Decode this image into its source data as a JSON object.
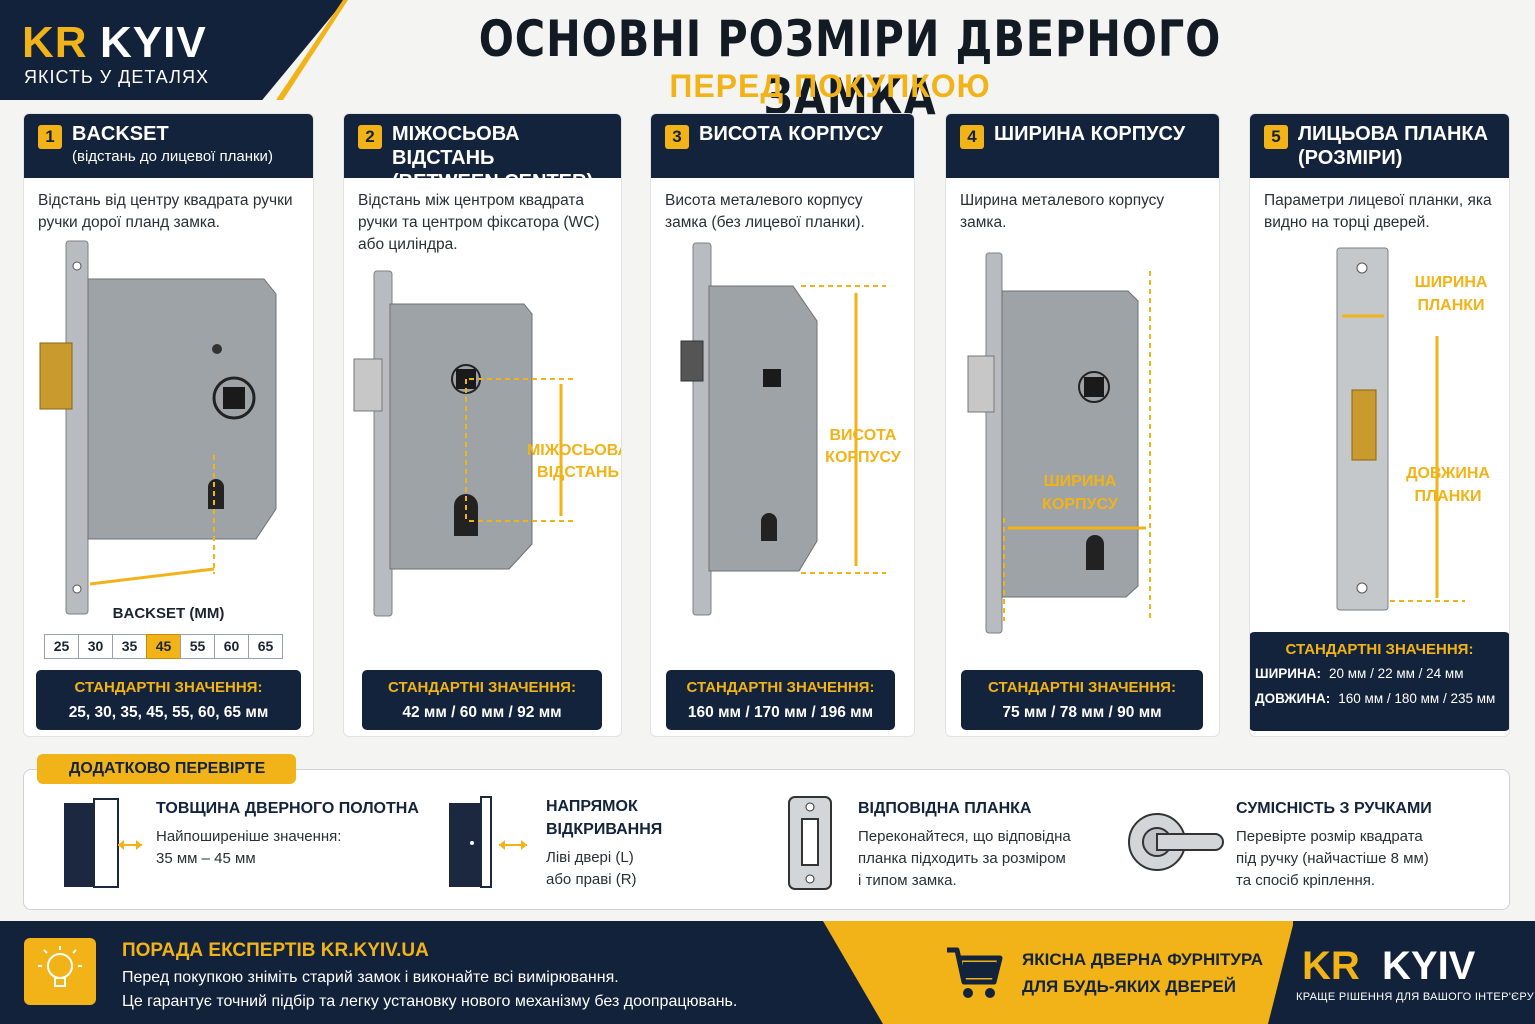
{
  "brand": {
    "kr": "KR",
    "kyiv": "KYIV",
    "tagline": "ЯКІСТЬ У ДЕТАЛЯХ",
    "footer_tagline": "КРАЩЕ РІШЕННЯ ДЛЯ ВАШОГО ІНТЕР'ЄРУ"
  },
  "title": "ОСНОВНІ РОЗМІРИ ДВЕРНОГО ЗАМКА",
  "subtitle": "ПЕРЕД ПОКУПКОЮ",
  "cards": [
    {
      "num": "1",
      "title": "BACKSET",
      "sub": "(відстань до лицевої планки)",
      "desc": "Відстань від центру квадрата ручки ручки дорої планд замка.",
      "diagram_label": "BACKSET (MM)",
      "options": [
        "25",
        "30",
        "35",
        "45",
        "55",
        "60",
        "65"
      ],
      "selected": "45",
      "std_label": "СТАНДАРТНІ ЗНАЧЕННЯ:",
      "std_value": "25, 30, 35, 45, 55, 60, 65 мм"
    },
    {
      "num": "2",
      "title": "МІЖОСЬОВА ВІДСТАНЬ",
      "sub": "(BETWEEN CENTER)",
      "desc": "Відстань між центром квадрата ручки та центром фіксатора (WC) або циліндра.",
      "diagram_label_1": "МІЖОСЬОВА",
      "diagram_label_2": "ВІДСТАНЬ",
      "std_label": "СТАНДАРТНІ ЗНАЧЕННЯ:",
      "std_value": "42 мм / 60 мм / 92 мм"
    },
    {
      "num": "3",
      "title": "ВИСОТА КОРПУСУ",
      "desc": "Висота металевого корпусу замка (без лицевої планки).",
      "diagram_label_1": "ВИСОТА",
      "diagram_label_2": "КОРПУСУ",
      "std_label": "СТАНДАРТНІ ЗНАЧЕННЯ:",
      "std_value": "160 мм / 170 мм / 196 мм"
    },
    {
      "num": "4",
      "title": "ШИРИНА КОРПУСУ",
      "desc": "Ширина металевого корпусу замка.",
      "diagram_label_1": "ШИРИНА",
      "diagram_label_2": "КОРПУСУ",
      "std_label": "СТАНДАРТНІ ЗНАЧЕННЯ:",
      "std_value": "75 мм / 78 мм / 90 мм"
    },
    {
      "num": "5",
      "title": "ЛИЦЬОВА ПЛАНКА",
      "sub": "(РОЗМІРИ)",
      "desc": "Параметри лицевої планки, яка видно на торці дверей.",
      "width_label_1": "ШИРИНА",
      "width_label_2": "ПЛАНКИ",
      "length_label_1": "ДОВЖИНА",
      "length_label_2": "ПЛАНКИ",
      "std_label": "СТАНДАРТНІ ЗНАЧЕННЯ:",
      "width_key": "ШИРИНА:",
      "width_value": "20 мм / 22 мм / 24 мм",
      "length_key": "ДОВЖИНА:",
      "length_value": "160 мм / 180 мм / 235 мм"
    }
  ],
  "extra": {
    "tab": "ДОДАТКОВО ПЕРЕВІРТЕ",
    "items": [
      {
        "title": "ТОВЩИНА ДВЕРНОГО ПОЛОТНА",
        "text_1": "Найпоширеніше значення:",
        "text_2": "35 мм – 45 мм"
      },
      {
        "title_1": "НАПРЯМОК",
        "title_2": "ВІДКРИВАННЯ",
        "text_1": "Ліві двері (L)",
        "text_2": "або праві (R)"
      },
      {
        "title": "ВІДПОВІДНА ПЛАНКА",
        "text_1": "Переконайтеся, що відповідна",
        "text_2": "планка підходить за розміром",
        "text_3": "і типом замка."
      },
      {
        "title": "СУМІСНІСТЬ З РУЧКАМИ",
        "text_1": "Перевірте розмір квадрата",
        "text_2": "під ручку (найчастіше 8 мм)",
        "text_3": "та спосіб кріплення."
      }
    ]
  },
  "footer": {
    "tip_title": "ПОРАДА ЕКСПЕРТІВ KR.KYIV.UA",
    "tip_line_1": "Перед покупкою зніміть старий замок і виконайте всі вимірювання.",
    "tip_line_2": "Це гарантує точний підбір та легку установку нового механізму без доопрацювань.",
    "promo_line_1": "ЯКІСНА ДВЕРНА ФУРНІТУРА",
    "promo_line_2": "ДЛЯ БУДЬ-ЯКИХ ДВЕРЕЙ"
  },
  "colors": {
    "navy": "#13233b",
    "accent": "#f2b318",
    "steel": "#9ea3a8"
  }
}
